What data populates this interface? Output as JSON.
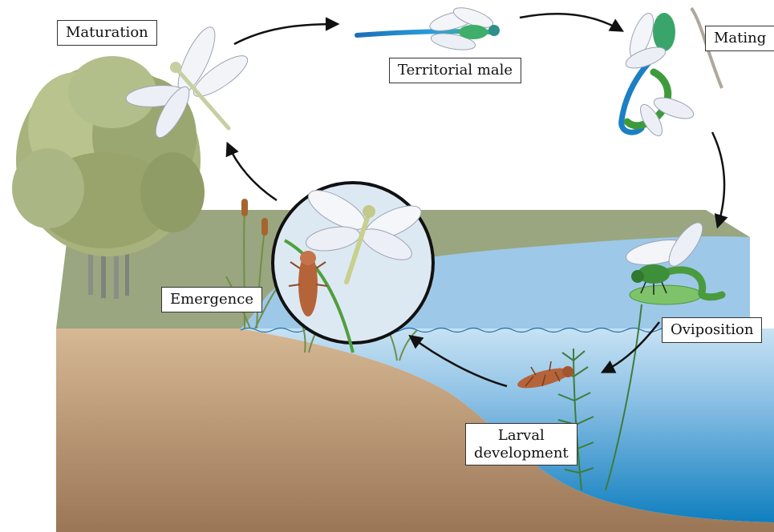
{
  "labels": {
    "maturation": "Maturation",
    "territorial_male": "Territorial male",
    "mating": "Mating",
    "oviposition": "Oviposition",
    "larval_line1": "Larval",
    "larval_line2": "development",
    "emergence": "Emergence"
  },
  "colors": {
    "ground_top": "#9aa67f",
    "soil": "#c9a682",
    "water": "#4f9bd0",
    "water_light": "#bcdcf0",
    "tree": "#a5b07a",
    "male_blue": "#1e8fd0",
    "female_green": "#4a9b3e",
    "larva": "#b5643a",
    "arrow": "#111111"
  },
  "icons": {
    "arrows": "cycle-arrow-icon",
    "tree": "tree-icon",
    "dragonfly": "dragonfly-icon",
    "larva": "larva-icon"
  }
}
